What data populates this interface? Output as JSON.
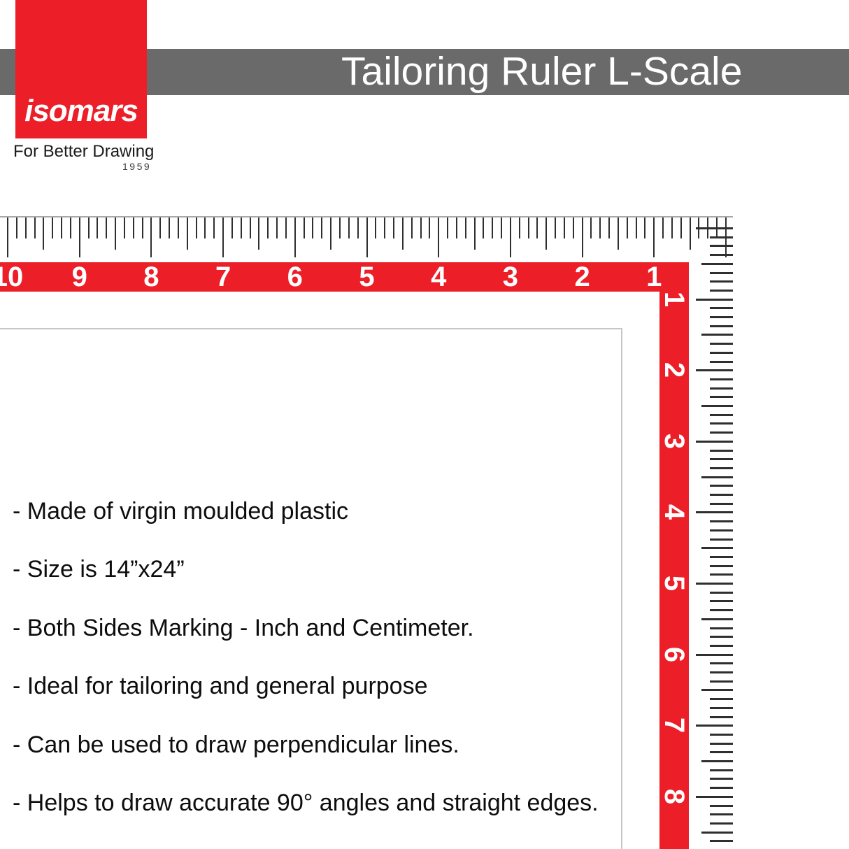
{
  "logo": {
    "brand": "isomars",
    "tagline": "For Better Drawing",
    "year": "1959"
  },
  "banner": {
    "title": "Tailoring Ruler L-Scale"
  },
  "colors": {
    "brand_red": "#EC1E27",
    "banner_gray": "#6A6A6A",
    "tick_dark": "#2F2F2F",
    "edge_gray": "#A8A8A8",
    "panel_border": "#C6C6C6",
    "number_white": "#FFFFFF",
    "text_black": "#0D0D0D"
  },
  "ruler": {
    "horizontal_numbers": [
      "10",
      "9",
      "8",
      "7",
      "6",
      "5",
      "4",
      "3",
      "2",
      "1"
    ],
    "vertical_numbers": [
      "1",
      "2",
      "3",
      "4",
      "5",
      "6",
      "7",
      "8"
    ]
  },
  "features": {
    "items": [
      "- Made of virgin moulded plastic",
      "- Size is 14”x24”",
      "- Both Sides Marking - Inch and Centimeter.",
      "- Ideal  for tailoring and general purpose",
      "- Can be used to draw perpendicular lines.",
      "- Helps to draw accurate 90° angles and straight edges."
    ]
  }
}
